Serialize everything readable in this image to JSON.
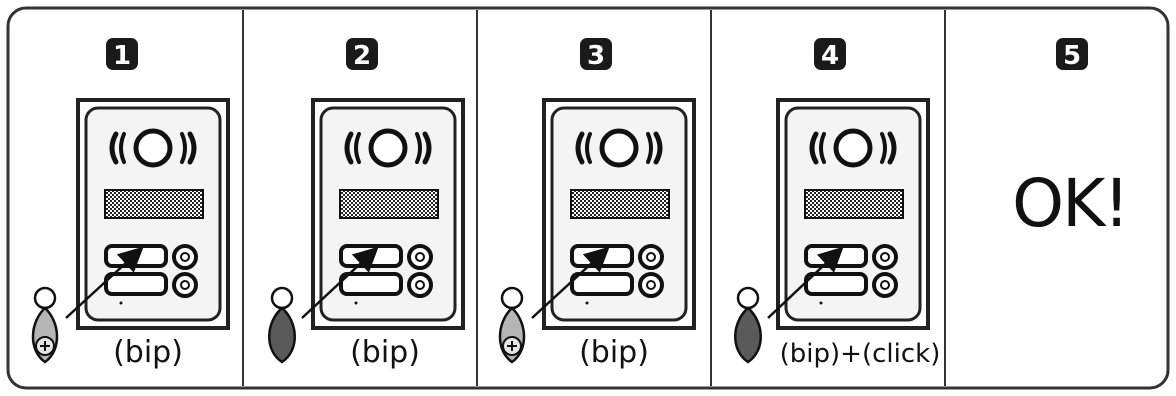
{
  "steps": [
    {
      "number": "1",
      "caption": "(bip)",
      "fob": "light",
      "has_intercom": true
    },
    {
      "number": "2",
      "caption": "(bip)",
      "fob": "dark",
      "has_intercom": true
    },
    {
      "number": "3",
      "caption": "(bip)",
      "fob": "light",
      "has_intercom": true
    },
    {
      "number": "4",
      "caption": "(bip)+(click)",
      "fob": "dark",
      "has_intercom": true
    },
    {
      "number": "5",
      "caption": "",
      "fob": "none",
      "has_intercom": false,
      "result": "OK!"
    }
  ],
  "colors": {
    "frame": "#333333",
    "ink": "#111111",
    "badge": "#1a1a1a",
    "fob_light": "#b5b5b5",
    "fob_dark": "#5a5a5a",
    "panel_face": "#f4f4f4"
  },
  "icons": [
    "intercom-panel-icon",
    "key-fob-icon",
    "arrow-icon"
  ]
}
